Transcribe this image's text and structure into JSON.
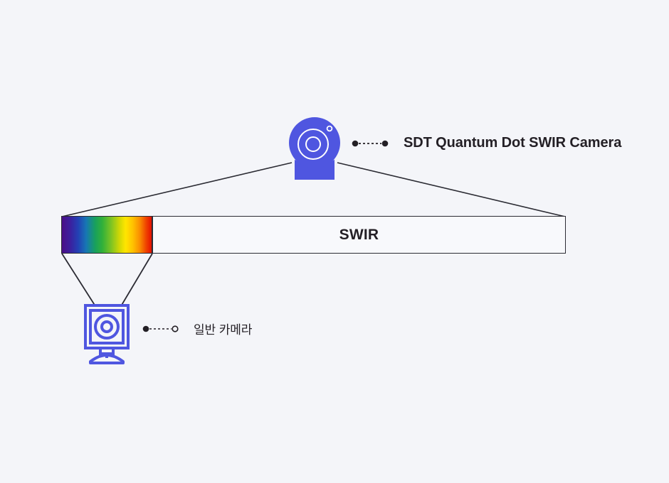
{
  "diagram": {
    "background_color": "#f4f5f9",
    "band": {
      "label": "SWIR",
      "gradient_stops": [
        "#4b0f86",
        "#2340b4",
        "#1776b4",
        "#18a05d",
        "#7ec423",
        "#ffe600",
        "#fa8c00",
        "#e51000"
      ]
    },
    "callouts": [
      {
        "id": "swir-camera",
        "text": "SDT Quantum Dot SWIR Camera",
        "leader_start": "filled-dot",
        "leader_end": "filled-dot"
      },
      {
        "id": "normal-camera",
        "text": "일반 카메라",
        "leader_start": "filled-dot",
        "leader_end": "hollow-dot"
      }
    ],
    "icons": {
      "swir_camera": "swir-camera-icon",
      "normal_camera": "normal-camera-icon"
    },
    "colors": {
      "accent": "#4f56e0",
      "line": "#2b2b33",
      "text": "#231f25"
    }
  }
}
